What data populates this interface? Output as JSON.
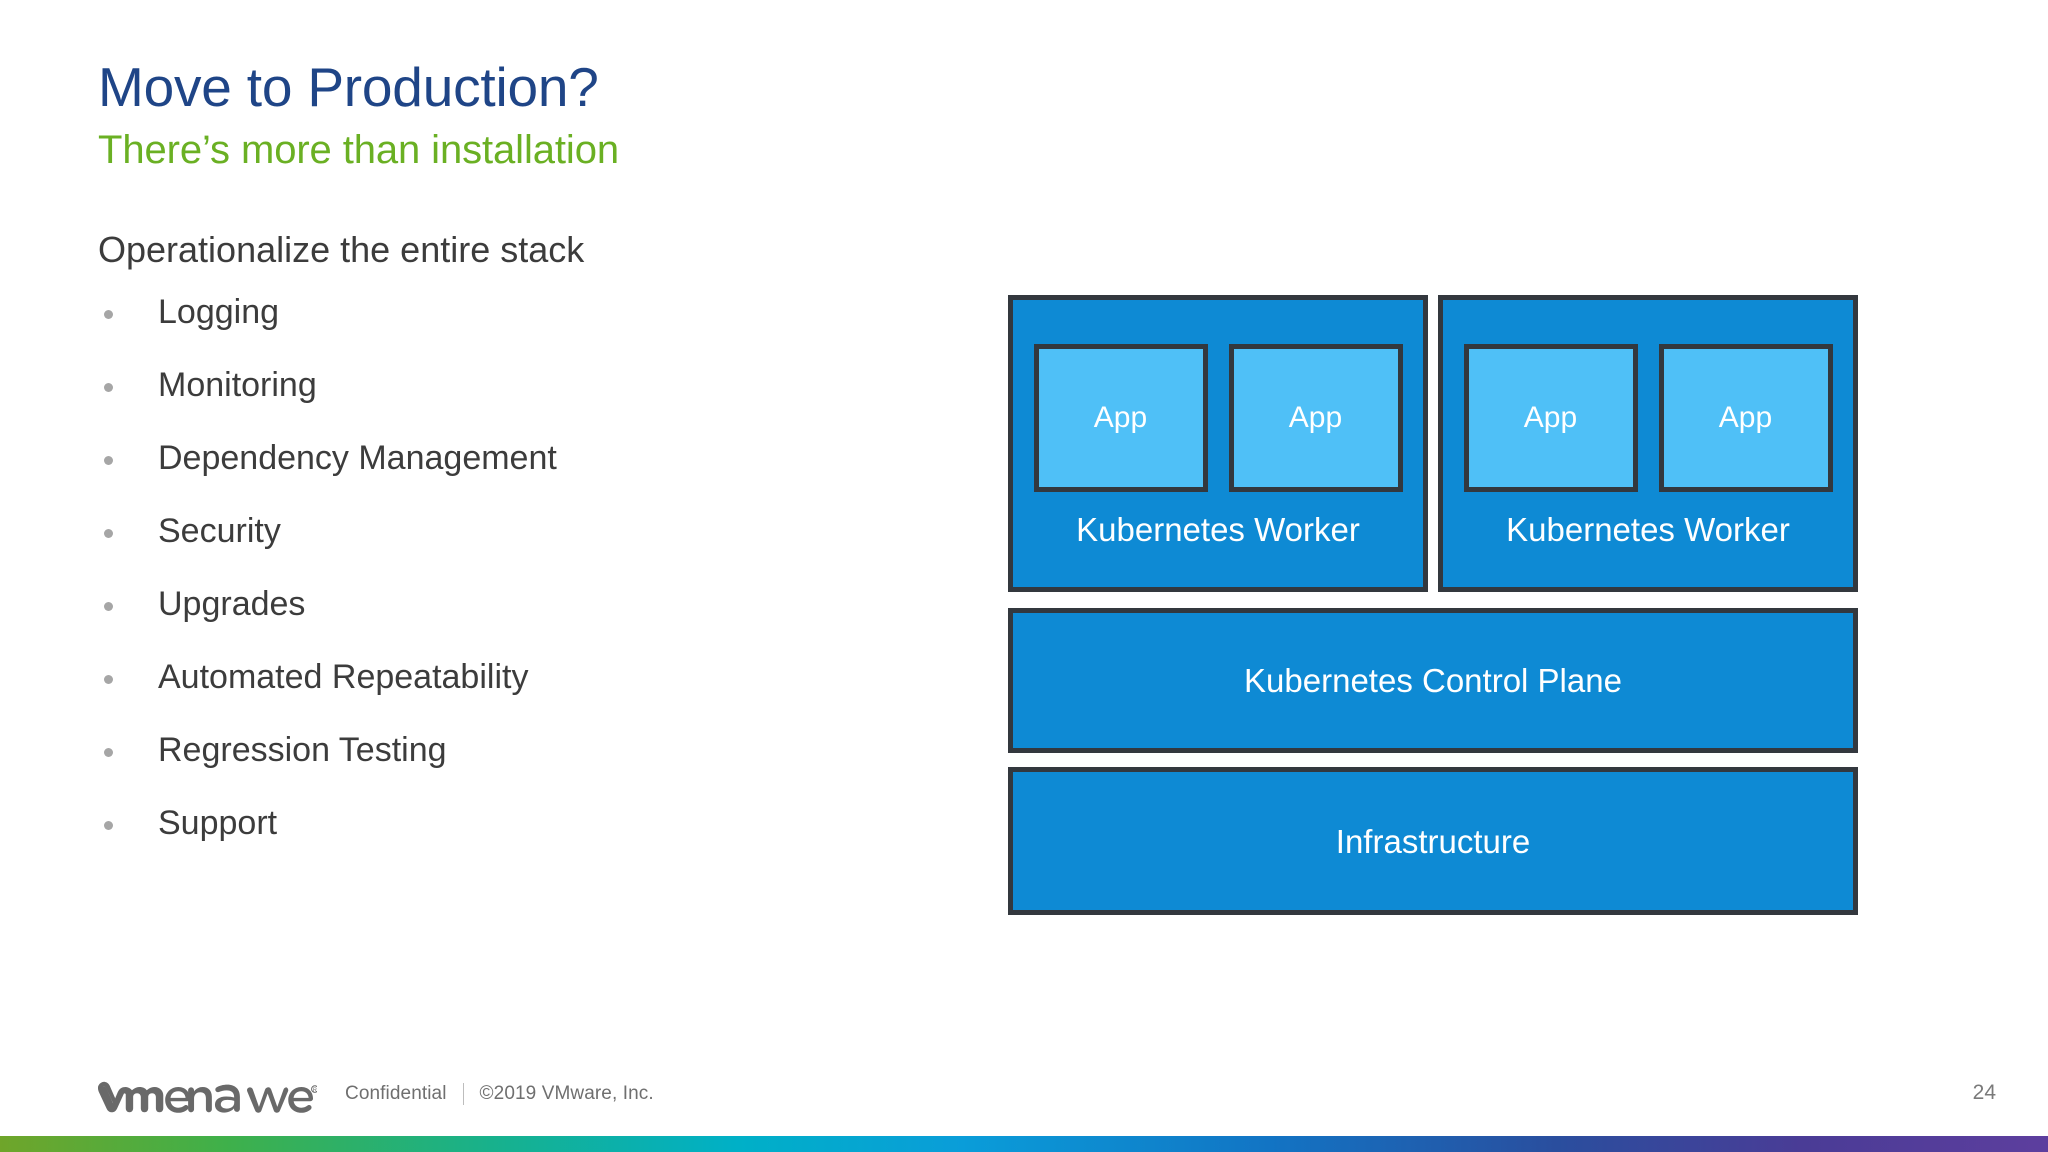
{
  "slide": {
    "title": "Move to Production?",
    "subtitle": "There’s more than installation",
    "lead": "Operationalize the entire stack",
    "bullets": [
      {
        "label": "Logging"
      },
      {
        "label": "Monitoring"
      },
      {
        "label": "Dependency Management"
      },
      {
        "label": "Security"
      },
      {
        "label": "Upgrades"
      },
      {
        "label": "Automated Repeatability"
      },
      {
        "label": "Regression Testing"
      },
      {
        "label": "Support"
      }
    ]
  },
  "diagram": {
    "workers": [
      {
        "label": "Kubernetes Worker",
        "apps": [
          {
            "label": "App"
          },
          {
            "label": "App"
          }
        ]
      },
      {
        "label": "Kubernetes Worker",
        "apps": [
          {
            "label": "App"
          },
          {
            "label": "App"
          }
        ]
      }
    ],
    "control_plane": "Kubernetes Control Plane",
    "infrastructure": "Infrastructure"
  },
  "footer": {
    "logo_text": "vmware",
    "logo_mark": "®",
    "confidential": "Confidential",
    "copyright": "©2019 VMware, Inc.",
    "page_number": "24"
  },
  "colors": {
    "title": "#1f4587",
    "subtitle": "#6ab023",
    "body_text": "#3c3c3c",
    "bullet_dot": "#a6a6a6",
    "box_fill": "#0e8ad4",
    "app_fill": "#4fc0f7",
    "box_border": "#33383e",
    "box_text": "#ffffff",
    "footer_text": "#6f6f6f",
    "gradient_start": "#6fa52a",
    "gradient_end": "#5d3e9e"
  }
}
